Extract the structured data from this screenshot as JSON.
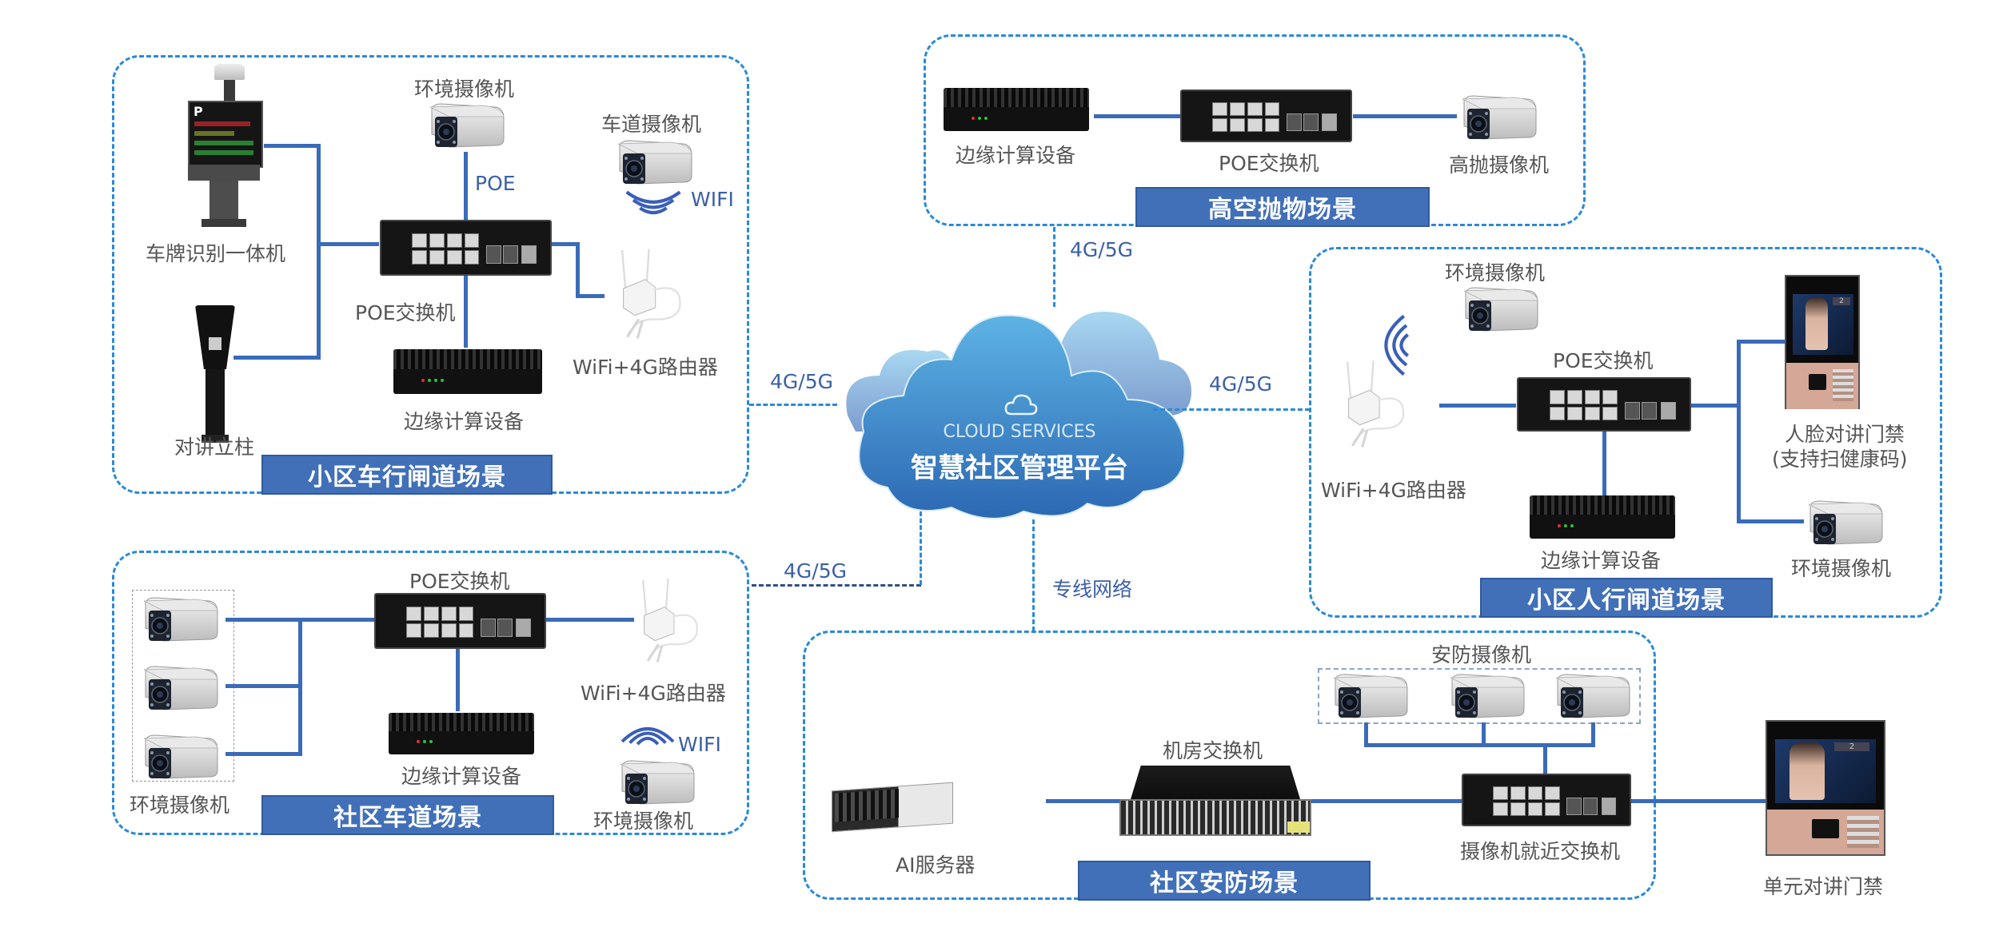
{
  "title": "智慧社区管理平台",
  "cloud": {
    "icon": "cloud-icon",
    "subtitle": "CLOUD SERVICES",
    "title": "智慧社区管理平台"
  },
  "colors": {
    "panel_border": "#2a8ad8",
    "label_bg": "#4170b8",
    "connector": "#3a6bb8",
    "network_text": "#3a5fa8",
    "caption_text": "#555555"
  },
  "network_links": {
    "top": "4G/5G",
    "left_top": "4G/5G",
    "right": "4G/5G",
    "left_bottom": "4G/5G",
    "bottom": "专线网络"
  },
  "scenes": {
    "vehicle_gate": {
      "label": "小区车行闸道场景",
      "devices": {
        "plate_recognition": "车牌识别一体机",
        "env_camera": "环境摄像机",
        "poe_link": "POE",
        "lane_camera": "车道摄像机",
        "wifi": "WIFI",
        "poe_switch": "POE交换机",
        "router": "WiFi+4G路由器",
        "edge_device": "边缘计算设备",
        "intercom_post": "对讲立柱"
      },
      "plate_display_letter": "P"
    },
    "high_altitude": {
      "label": "高空抛物场景",
      "devices": {
        "edge_device": "边缘计算设备",
        "poe_switch": "POE交换机",
        "high_camera": "高抛摄像机"
      }
    },
    "pedestrian_gate": {
      "label": "小区人行闸道场景",
      "devices": {
        "env_camera_top": "环境摄像机",
        "poe_switch": "POE交换机",
        "router": "WiFi+4G路由器",
        "edge_device": "边缘计算设备",
        "face_intercom": "人脸对讲门禁",
        "face_intercom_note": "(支持扫健康码)",
        "env_camera_bottom": "环境摄像机"
      }
    },
    "community_lane": {
      "label": "社区车道场景",
      "devices": {
        "poe_switch": "POE交换机",
        "router": "WiFi+4G路由器",
        "edge_device": "边缘计算设备",
        "env_cameras": "环境摄像机",
        "wifi": "WIFI",
        "env_camera_wifi": "环境摄像机"
      }
    },
    "security": {
      "label": "社区安防场景",
      "devices": {
        "security_cameras": "安防摄像机",
        "room_switch": "机房交换机",
        "ai_server": "AI服务器",
        "nearby_switch": "摄像机就近交换机"
      }
    }
  },
  "unit_intercom": "单元对讲门禁",
  "intercom_screen_digit": "2"
}
